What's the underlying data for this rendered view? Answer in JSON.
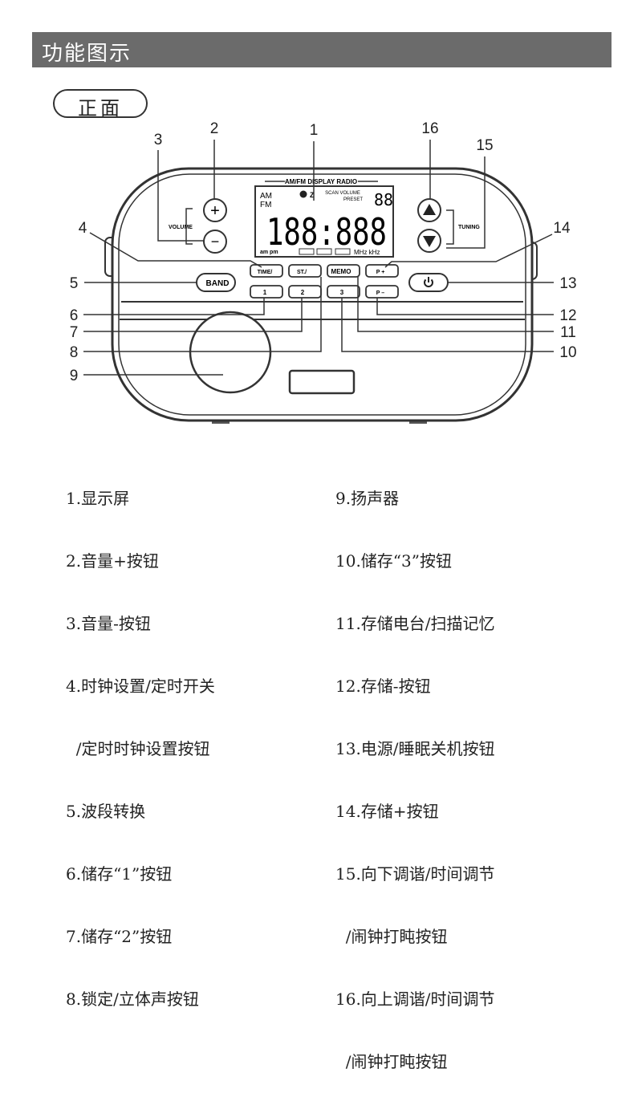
{
  "header": {
    "title": "功能图示"
  },
  "front_label": "正面",
  "device": {
    "display_title": "AM/FM DISPLAY RADIO",
    "display_am": "AM",
    "display_fm": "FM",
    "display_zzz": "Z",
    "display_scan": "SCAN VOLUME",
    "display_preset": "PRESET",
    "display_preset_digits": "88",
    "display_digits": "188:888",
    "display_ampm": "am pm",
    "display_units": "MHz kHz",
    "volume_label": "VOLUME",
    "tuning_label": "TUNING",
    "vol_plus": "+",
    "vol_minus": "−",
    "btn_band": "BAND",
    "btn_time": "TIME/",
    "btn_st": "ST./",
    "btn_memo": "MEMO",
    "btn_p_plus": "P +",
    "btn_p_minus": "P –",
    "btn_1": "1",
    "btn_2": "2",
    "btn_3": "3"
  },
  "callouts": [
    "1",
    "2",
    "3",
    "4",
    "5",
    "6",
    "7",
    "8",
    "9",
    "10",
    "11",
    "12",
    "13",
    "14",
    "15",
    "16"
  ],
  "legend_left": [
    "1.显示屏",
    "2.音量+按钮",
    "3.音量-按钮",
    "4.时钟设置/定时开关",
    "  /定时时钟设置按钮",
    "5.波段转换",
    "6.储存“1”按钮",
    "7.储存“2”按钮",
    "8.锁定/立体声按钮"
  ],
  "legend_right": [
    "9.扬声器",
    "10.储存“3”按钮",
    "11.存储电台/扫描记忆",
    "12.存储-按钮",
    "13.电源/睡眠关机按钮",
    "14.存储+按钮",
    "15.向下调谐/时间调节",
    "  /闹钟打盹按钮",
    "16.向上调谐/时间调节",
    "  /闹钟打盹按钮"
  ]
}
